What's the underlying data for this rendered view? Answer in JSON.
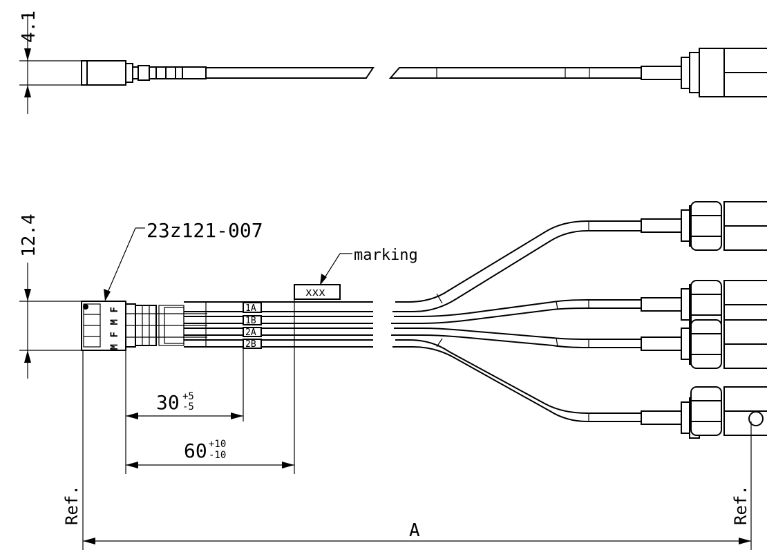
{
  "labels": {
    "dim_top_height": "4.1",
    "dim_bottom_height": "12.4",
    "part_number": "23z121-007",
    "marking_label": "marking",
    "marking_value": "xxx",
    "ref_left": "Ref.",
    "ref_right": "Ref.",
    "dim_length": "A"
  },
  "dim_30": {
    "nominal": "30",
    "plus": "+5",
    "minus": "-5"
  },
  "dim_60": {
    "nominal": "60",
    "plus": "+10",
    "minus": "-10"
  },
  "channels": [
    {
      "id": "1A"
    },
    {
      "id": "1B"
    },
    {
      "id": "2A"
    },
    {
      "id": "2B"
    }
  ],
  "connector_letters": [
    "F",
    "M",
    "F",
    "M"
  ]
}
